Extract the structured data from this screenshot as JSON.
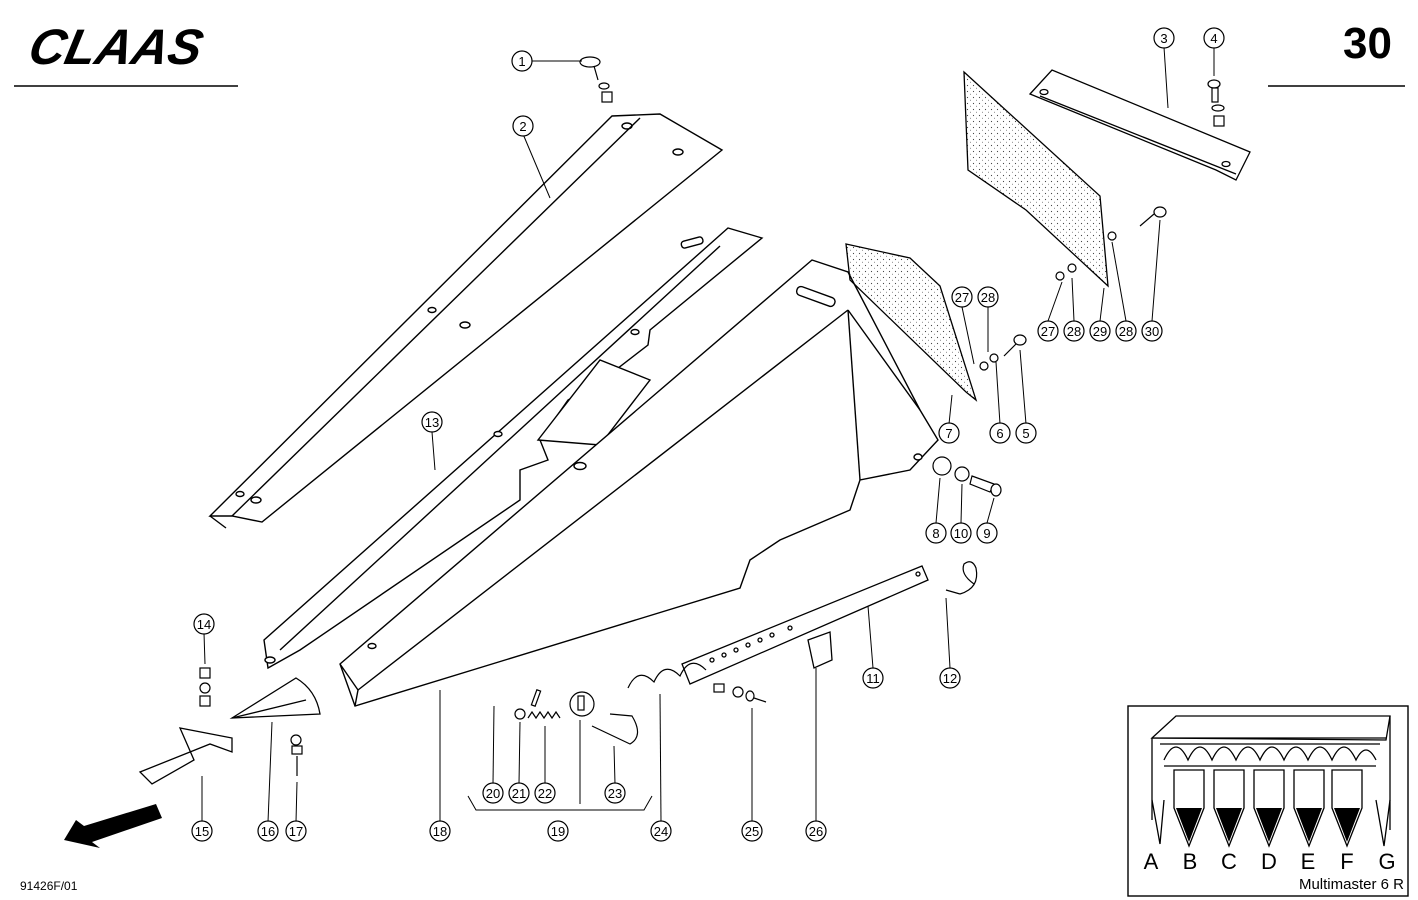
{
  "header": {
    "brand": "CLAAS",
    "page_number": "30"
  },
  "footer": {
    "drawing_code": "91426F/01"
  },
  "inset": {
    "row_letters": [
      "A",
      "B",
      "C",
      "D",
      "E",
      "F",
      "G"
    ],
    "model": "Multimaster 6 R"
  },
  "callouts": [
    "1",
    "2",
    "3",
    "4",
    "5",
    "6",
    "7",
    "8",
    "9",
    "10",
    "11",
    "12",
    "13",
    "14",
    "15",
    "16",
    "17",
    "18",
    "19",
    "20",
    "21",
    "22",
    "23",
    "24",
    "25",
    "26",
    "27",
    "28",
    "29",
    "30"
  ]
}
